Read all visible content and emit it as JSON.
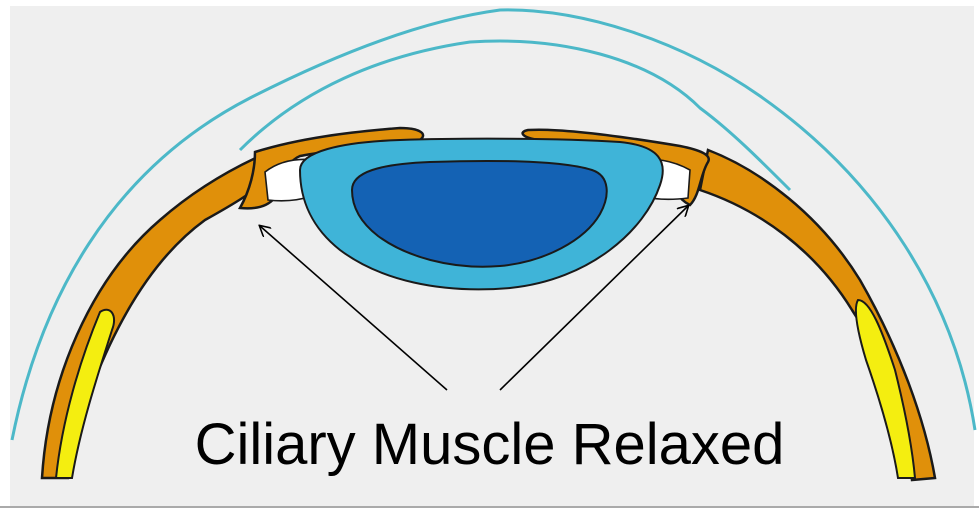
{
  "caption": "Ciliary Muscle Relaxed",
  "colors": {
    "background": "#efefef",
    "cornea_outline": "#4cb8c8",
    "sclera_ciliary": "#e0900a",
    "retina": "#f4ee10",
    "lens_outer": "#3fb4d8",
    "lens_inner": "#1462b4",
    "zonules": "#ffffff",
    "outline": "#1a1a1a",
    "arrow": "#000000"
  },
  "parts": [
    "cornea",
    "sclera",
    "ciliary-muscle",
    "zonule-fibers",
    "lens",
    "lens-nucleus",
    "retina"
  ]
}
